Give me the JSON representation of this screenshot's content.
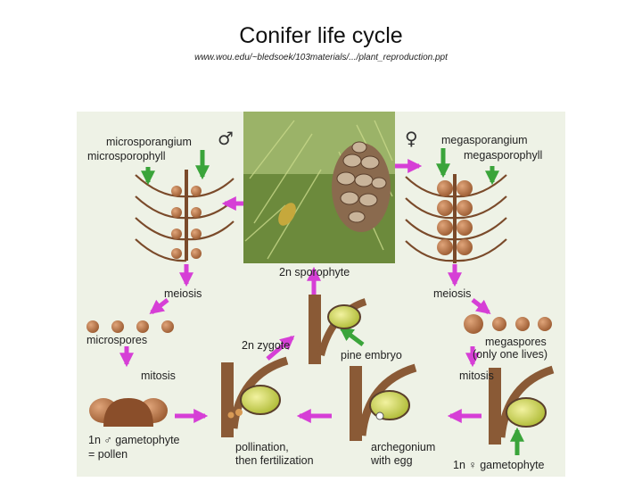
{
  "title": "Conifer life cycle",
  "source": "www.wou.edu/~bledsoek/103materials/.../plant_reproduction.ppt",
  "diagram": {
    "symbols": {
      "male": "♂",
      "female": "♀"
    },
    "labels": {
      "microsporangium": "microsporangium",
      "microsporophyll": "microsporophyll",
      "megasporangium": "megasporangium",
      "megasporophyll": "megasporophyll",
      "sporophyte": "2n sporophyte",
      "meiosis_left": "meiosis",
      "meiosis_right": "meiosis",
      "microspores": "microspores",
      "zygote": "2n zygote",
      "pine_embryo": "pine embryo",
      "megaspores_1": "megaspores",
      "megaspores_2": "(only one lives)",
      "mitosis_left": "mitosis",
      "mitosis_right": "mitosis",
      "male_gametophyte_1": "1n ♂ gametophyte",
      "male_gametophyte_2": "= pollen",
      "pollination_1": "pollination,",
      "pollination_2": "then fertilization",
      "archegonium_1": "archegonium",
      "archegonium_2": "with egg",
      "female_gametophyte": "1n ♀ gametophyte"
    },
    "colors": {
      "arrow": "#d63fd6",
      "green_arrow": "#3aa43a",
      "brown": "#7a4a2a",
      "panel": "#eef2e6"
    }
  }
}
